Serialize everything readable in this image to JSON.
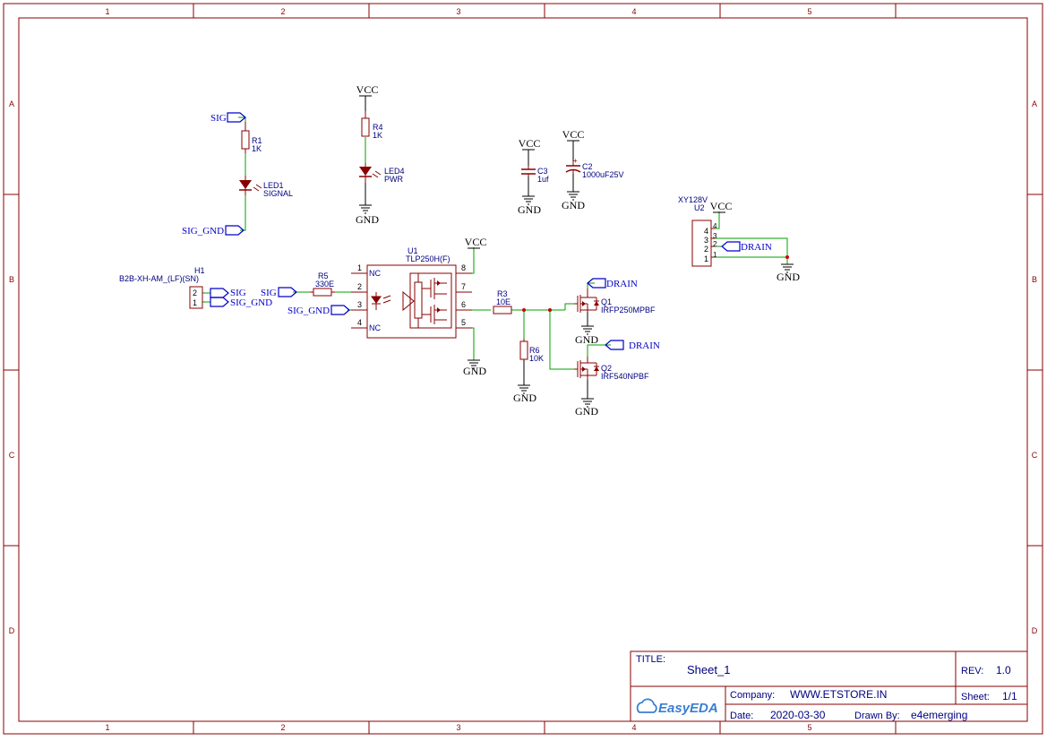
{
  "frame": {
    "columns": [
      "1",
      "2",
      "3",
      "4",
      "5"
    ],
    "rows": [
      "A",
      "B",
      "C",
      "D"
    ]
  },
  "colors": {
    "border": "#880000",
    "wire": "#00a000",
    "label": "#0000cc",
    "pin": "#880000",
    "component": "#880000",
    "net_text": "#000000",
    "junction": "#cc0000"
  },
  "power_labels": {
    "vcc": "VCC",
    "gnd": "GND"
  },
  "net_labels": {
    "sig": "SIG",
    "sig_gnd": "SIG_GND",
    "drain": "DRAIN"
  },
  "components": {
    "r1": {
      "ref": "R1",
      "value": "1K"
    },
    "r3": {
      "ref": "R3",
      "value": "10E"
    },
    "r4": {
      "ref": "R4",
      "value": "1K"
    },
    "r5": {
      "ref": "R5",
      "value": "330E"
    },
    "r6": {
      "ref": "R6",
      "value": "10K"
    },
    "led1": {
      "ref": "LED1",
      "value": "SIGNAL"
    },
    "led4": {
      "ref": "LED4",
      "value": "PWR"
    },
    "c2": {
      "ref": "C2",
      "value": "1000uF25V",
      "polarity": "+"
    },
    "c3": {
      "ref": "C3",
      "value": "1uf"
    },
    "h1": {
      "ref": "H1",
      "value": "B2B-XH-AM_(LF)(SN)",
      "pins": [
        "2",
        "1"
      ]
    },
    "u1": {
      "ref": "U1",
      "value": "TLP250H(F)",
      "pins": [
        "1",
        "2",
        "3",
        "4",
        "8",
        "7",
        "6",
        "5"
      ],
      "nc": "NC"
    },
    "u2": {
      "ref": "U2",
      "value": "XY128V",
      "pins": [
        "4",
        "3",
        "2",
        "1"
      ]
    },
    "q1": {
      "ref": "Q1",
      "value": "IRFP250MPBF"
    },
    "q2": {
      "ref": "Q2",
      "value": "IRF540NPBF"
    }
  },
  "title_block": {
    "title_label": "TITLE:",
    "title_value": "Sheet_1",
    "rev_label": "REV:",
    "rev_value": "1.0",
    "logo_text": "EasyEDA",
    "company_label": "Company:",
    "company_value": "WWW.ETSTORE.IN",
    "sheet_label": "Sheet:",
    "sheet_value": "1/1",
    "date_label": "Date:",
    "date_value": "2020-03-30",
    "drawn_label": "Drawn By:",
    "drawn_value": "e4emerging"
  }
}
